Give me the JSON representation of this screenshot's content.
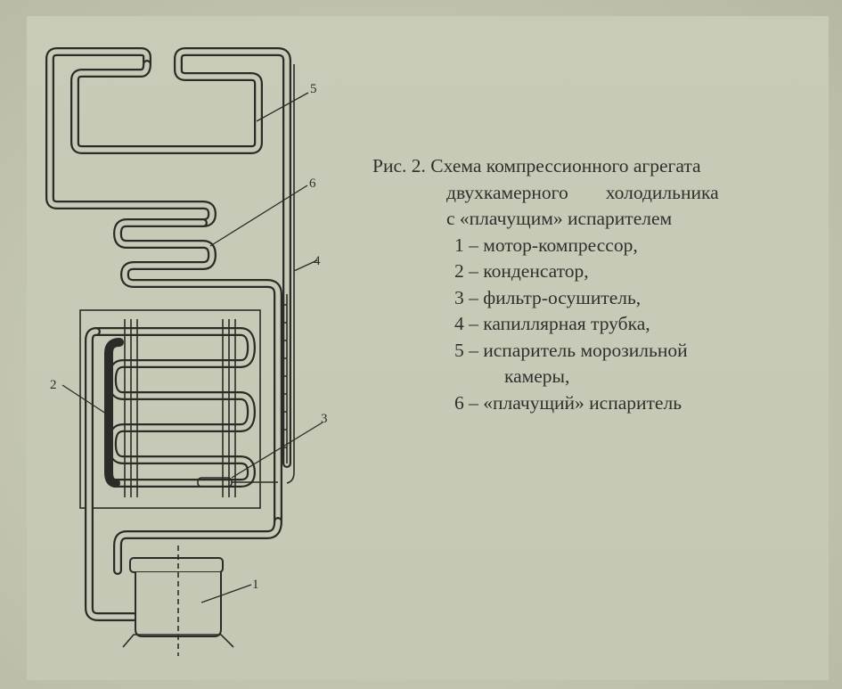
{
  "figure": {
    "caption_prefix": "Рис. 2.",
    "caption_title_line1": "Схема компрессионного агрегата",
    "caption_title_line2a": "двухкамерного",
    "caption_title_line2b": "холодильника",
    "caption_title_line3": "с «плачущим» испарителем"
  },
  "legend": [
    {
      "text": "1 – мотор-компрессор,"
    },
    {
      "text": "2 – конденсатор,"
    },
    {
      "text": "3 – фильтр-осушитель,"
    },
    {
      "text": "4 – капиллярная трубка,"
    },
    {
      "text": "5 – испаритель морозильной"
    },
    {
      "text": "камеры,"
    },
    {
      "text": "6 – «плачущий» испаритель"
    }
  ],
  "diagram_labels": {
    "compressor": "1",
    "condenser": "2",
    "filter_drier": "3",
    "capillary_tube": "4",
    "freezer_evaporator": "5",
    "weeping_evaporator": "6"
  },
  "colors": {
    "ink": "#2b2c27",
    "paper": "#c6c8b6"
  }
}
